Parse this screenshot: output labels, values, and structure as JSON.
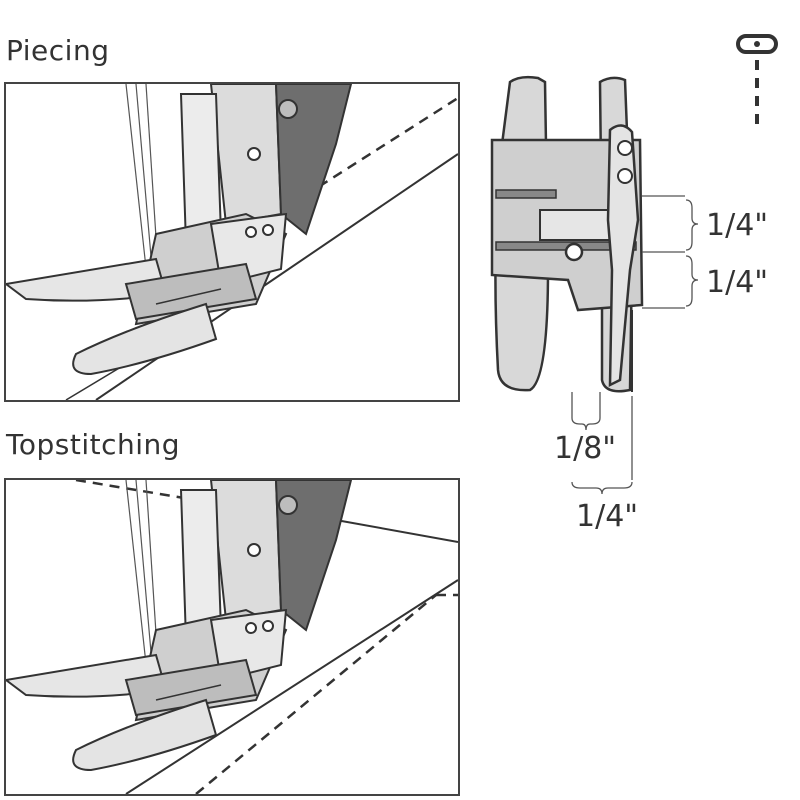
{
  "labels": {
    "piecing": "Piecing",
    "topstitching": "Topstitching"
  },
  "dimensions": {
    "upper_quarter": "1/4\"",
    "lower_quarter": "1/4\"",
    "eighth": "1/8\"",
    "bottom_quarter": "1/4\""
  },
  "icons": [
    "foot-symbol-icon"
  ],
  "colors": {
    "line": "#333333",
    "metal_light": "#e4e4e4",
    "metal_mid": "#bdbdbd",
    "metal_dark": "#555555"
  }
}
